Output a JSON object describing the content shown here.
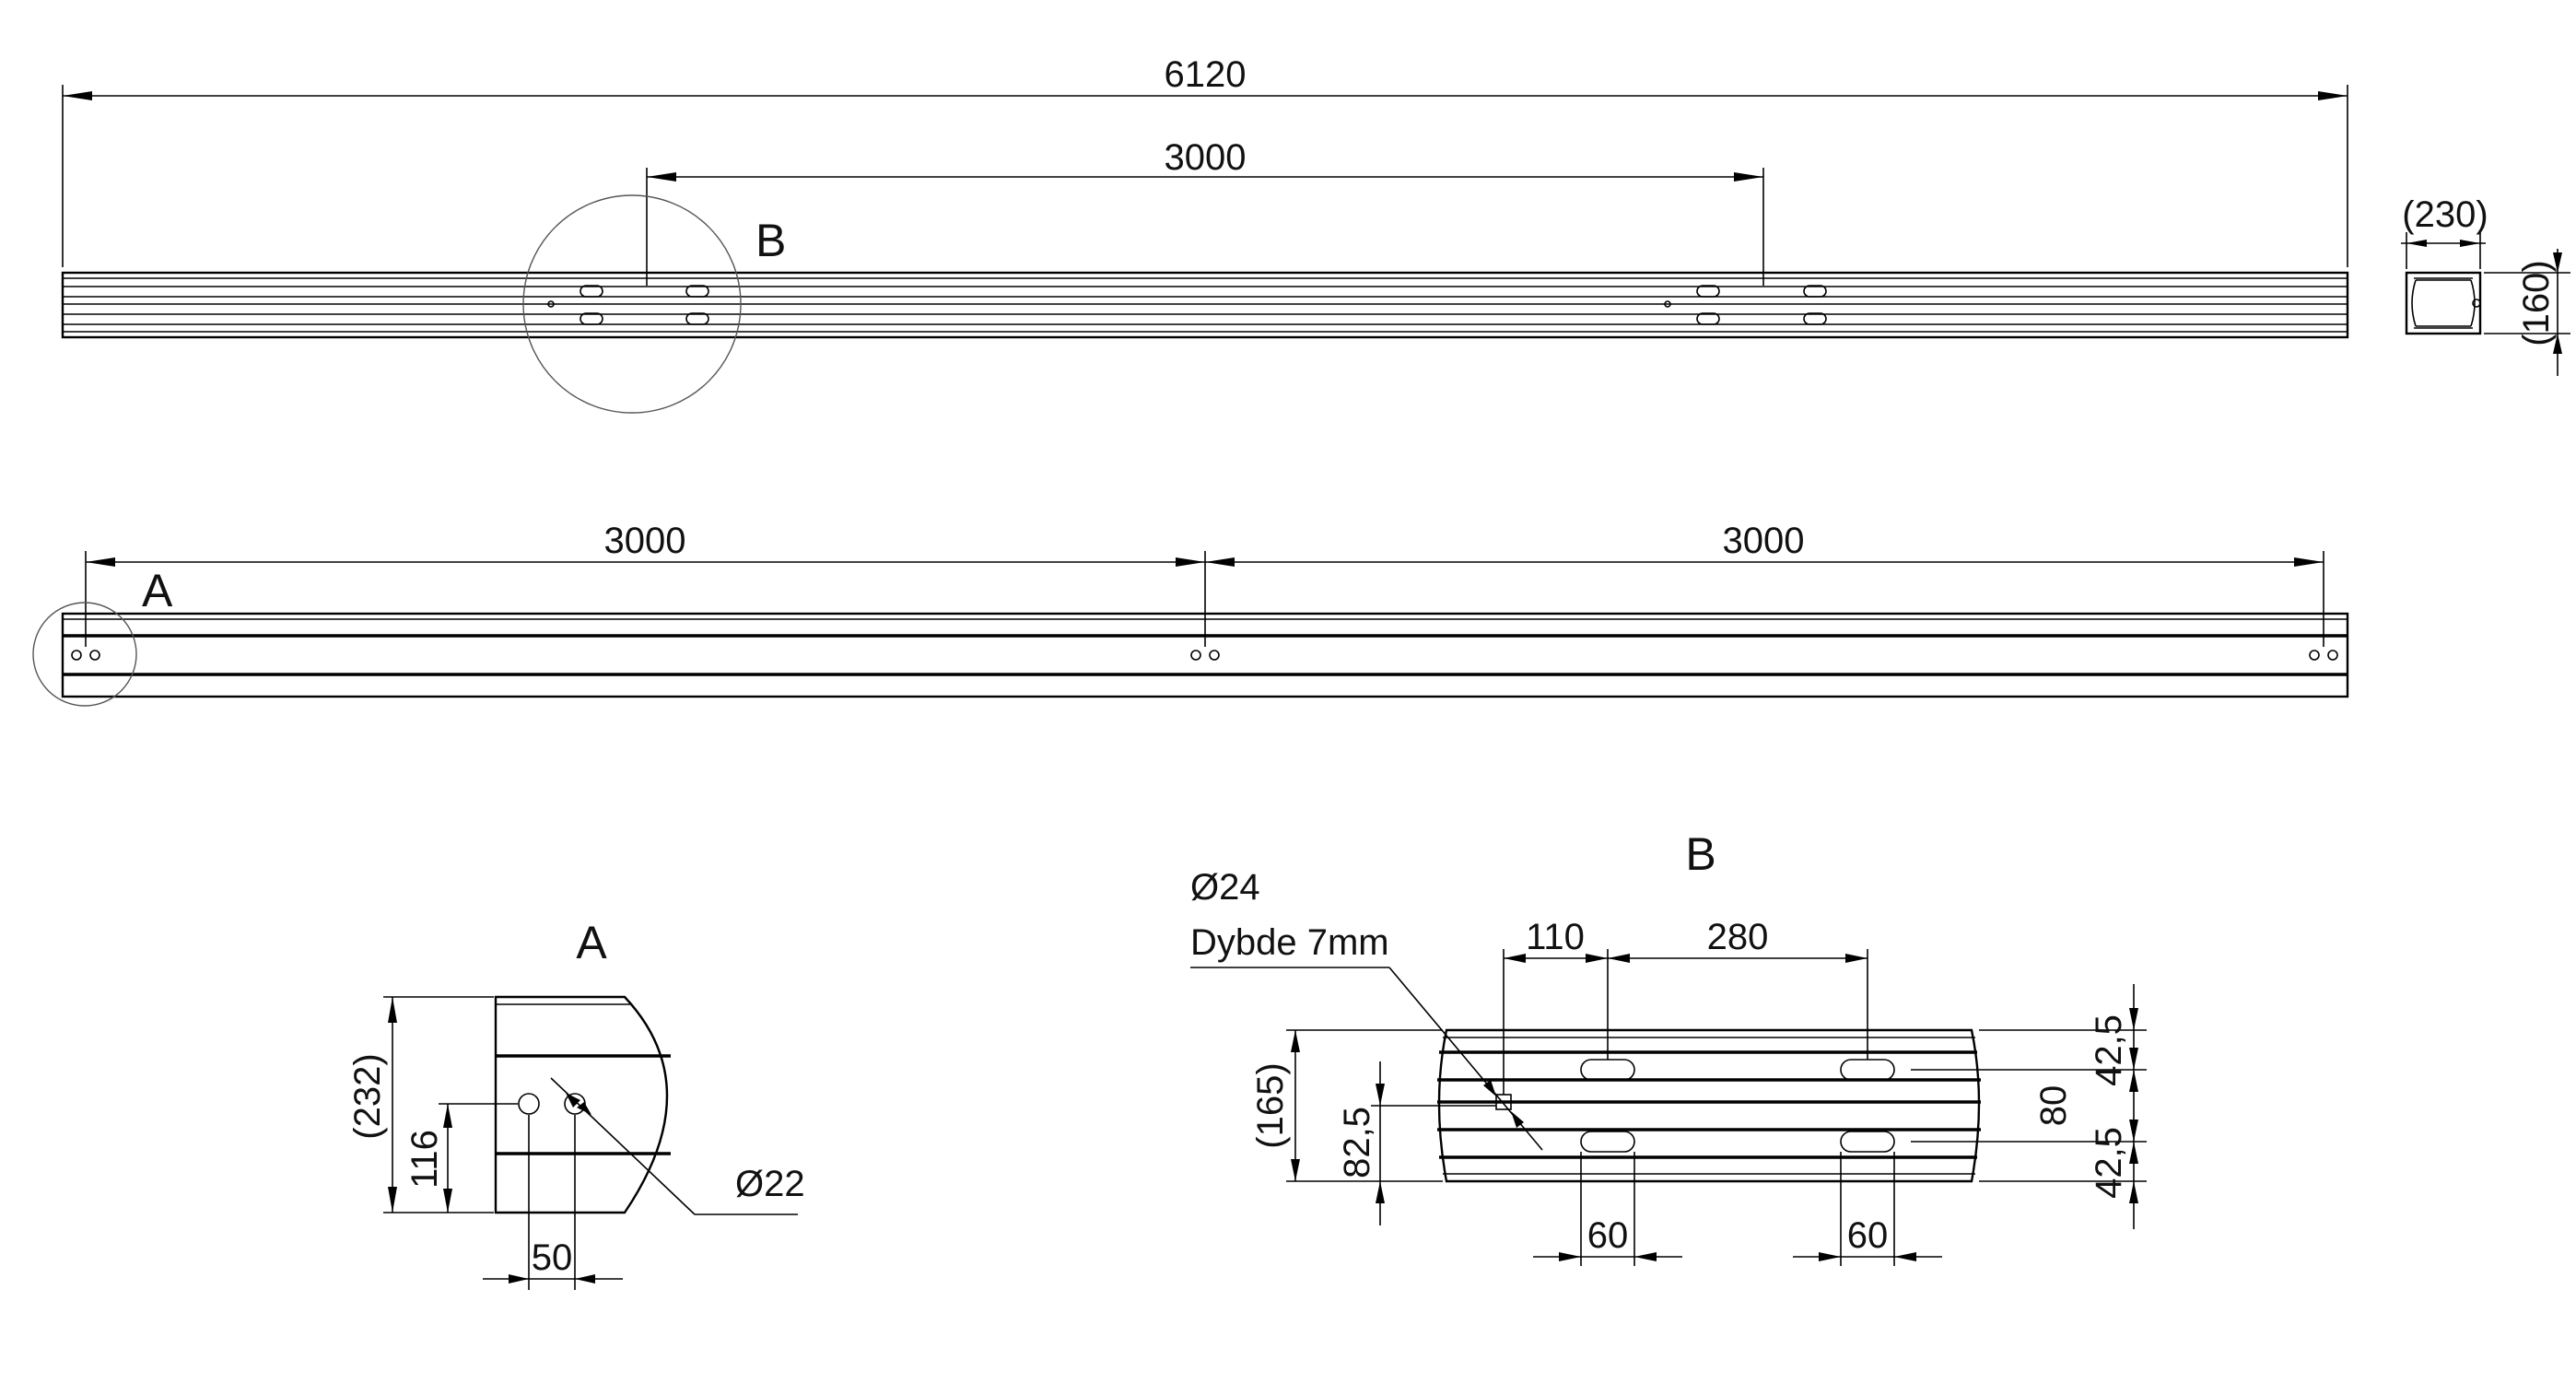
{
  "drawing": {
    "top_view": {
      "overall_length": "6120",
      "hole_spacing": "3000",
      "detail_label": "B",
      "end_width": "(230)",
      "end_height": "(160)"
    },
    "side_view": {
      "spacing_left": "3000",
      "spacing_right": "3000",
      "detail_label": "A"
    },
    "detail_a": {
      "title": "A",
      "height": "(232)",
      "hole_height": "116",
      "hole_spacing": "50",
      "hole_diameter": "Ø22"
    },
    "detail_b": {
      "title": "B",
      "hole_diameter": "Ø24",
      "depth_note": "Dybde 7mm",
      "offset_1": "110",
      "offset_2": "280",
      "height": "(165)",
      "center_height": "82,5",
      "slot_width_left": "60",
      "slot_width_right": "60",
      "right_top": "42,5",
      "right_mid": "80",
      "right_bottom": "42,5"
    }
  }
}
